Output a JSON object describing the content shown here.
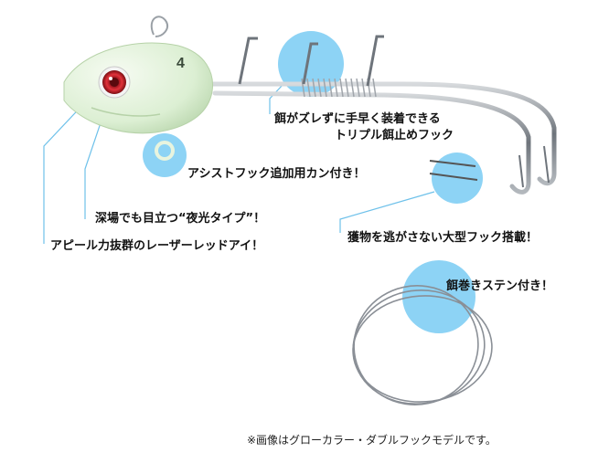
{
  "callouts": {
    "bait_holder_line1": "餌がズレずに手早く装着できる",
    "bait_holder_line2": "トリプル餌止めフック",
    "assist_ring": "アシストフック追加用カン付き！",
    "glow": "深場でも目立つ“夜光タイプ”！",
    "laser_eye": "アピール力抜群のレーザーレッドアイ！",
    "big_hook": "獲物を逃がさない大型フック搭載！",
    "wire": "餌巻きステン付き！"
  },
  "product_mark": "4",
  "footnote": "※画像はグローカラー・ダブルフックモデルです。",
  "colors": {
    "highlight_circle": "#8dd3f5",
    "leader_line": "#6ec1ea",
    "glow_body": "#e3f2dc",
    "eye_red": "#d9232e",
    "metal": "#8a8f96"
  }
}
